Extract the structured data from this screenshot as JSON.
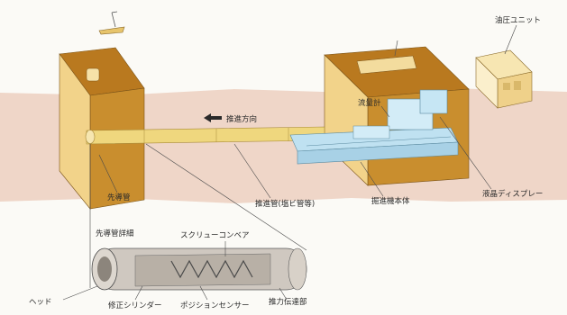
{
  "labels": {
    "hydraulic_unit": "油圧ユニット",
    "direction": "推進方向",
    "flowmeter": "流量計",
    "lead_pipe": "先導管",
    "propulsion_pipe": "推進管(塩ビ管等)",
    "jacking_unit": "掘進機本体",
    "lcd_display": "液晶ディスプレー",
    "lead_pipe_detail": "先導管詳細",
    "screw_conveyor": "スクリューコンベア",
    "head": "ヘッド",
    "correction_cylinder": "修正シリンダー",
    "position_sensor": "ポジションセンサー",
    "thrust_transmission": "推力伝達部"
  },
  "colors": {
    "ground": "#efd6c8",
    "pit_dark": "#b9791f",
    "pit_light": "#f2d38a",
    "pipe": "#efd77e",
    "machine": "#bfe1f1",
    "cutaway": "#cfc8c0"
  },
  "icons": [
    "surveyor-target-icon",
    "direction-arrow-icon"
  ]
}
